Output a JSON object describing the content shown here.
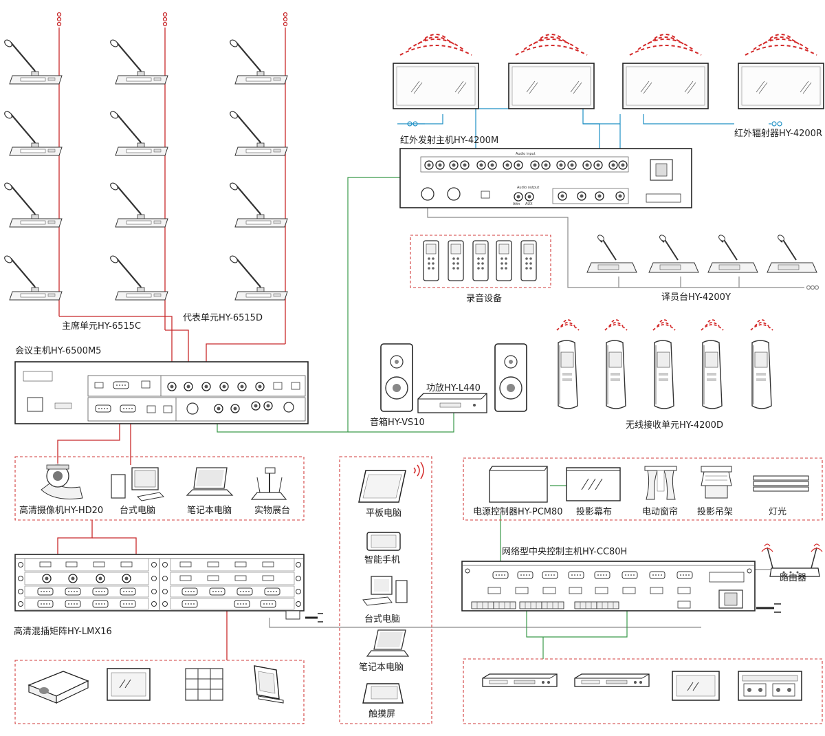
{
  "labels": {
    "chairman_unit": "主席单元HY-6515C",
    "delegate_unit": "代表单元HY-6515D",
    "conference_host": "会议主机HY-6500M5",
    "ir_transmitter": "红外发射主机HY-4200M",
    "ir_radiator": "红外辐射器HY-4200R",
    "recording_device": "录音设备",
    "interpreter_desk": "译员台HY-4200Y",
    "speaker": "音箱HY-VS10",
    "amplifier": "功放HY-L440",
    "wireless_receiver": "无线接收单元HY-4200D",
    "hd_camera": "高清摄像机HY-HD20",
    "desktop_pc": "台式电脑",
    "laptop": "笔记本电脑",
    "document_camera": "实物展台",
    "tablet": "平板电脑",
    "smartphone": "智能手机",
    "desktop_pc_2": "台式电脑",
    "laptop_2": "笔记本电脑",
    "touch_screen": "触摸屏",
    "power_controller": "电源控制器HY-PCM80",
    "projection_screen": "投影幕布",
    "electric_curtain": "电动窗帘",
    "projector_lift": "投影吊架",
    "lighting": "灯光",
    "central_control_host": "网络型中央控制主机HY-CC80H",
    "router": "路由器",
    "hd_matrix": "高清混插矩阵HY-LMX16"
  },
  "panel_text": {
    "audio_input": "Audio input",
    "audio_output": "Audio output",
    "attn": "Attn",
    "aux": "AUX"
  },
  "colors": {
    "red_line": "#c8282a",
    "blue_line": "#1d8fc4",
    "green_line": "#3a9a4a",
    "gray_line": "#8a8a8a",
    "dash_box": "#d23b3b"
  }
}
